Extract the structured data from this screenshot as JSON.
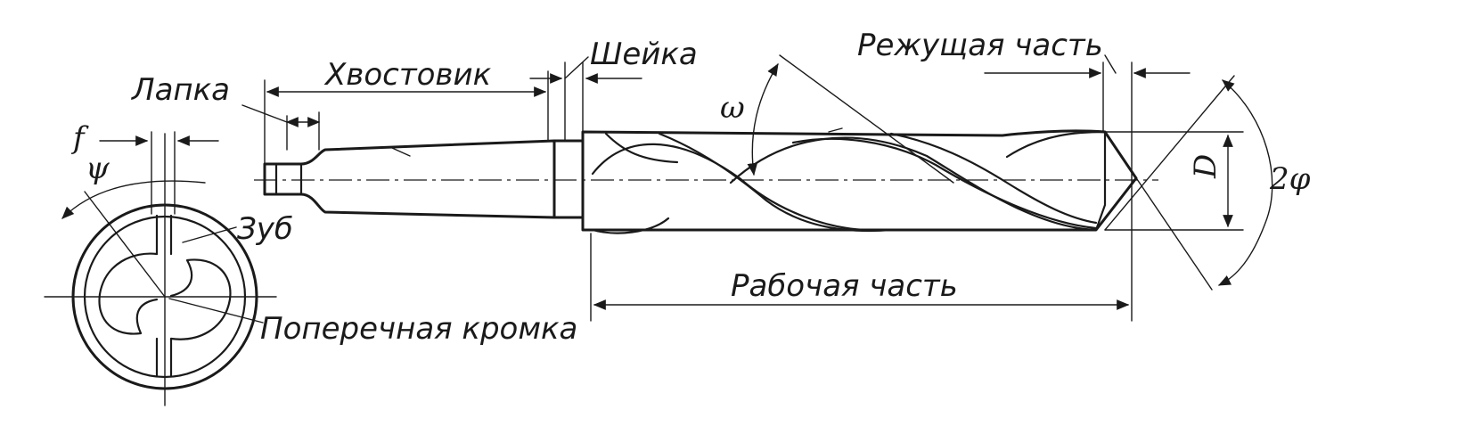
{
  "labels": {
    "lapka": "Лапка",
    "khvostovik": "Хвостовик",
    "sheika": "Шейка",
    "rezhushchaya": "Режущая часть",
    "zub": "Зуб",
    "poperechnaya": "Поперечная кромка",
    "rabochaya": "Рабочая часть"
  },
  "symbols": {
    "f": "f",
    "psi": "ψ",
    "omega": "ω",
    "diameter": "D",
    "two_phi": "2φ"
  },
  "colors": {
    "ink": "#1a1a1a",
    "paper": "#ffffff"
  }
}
